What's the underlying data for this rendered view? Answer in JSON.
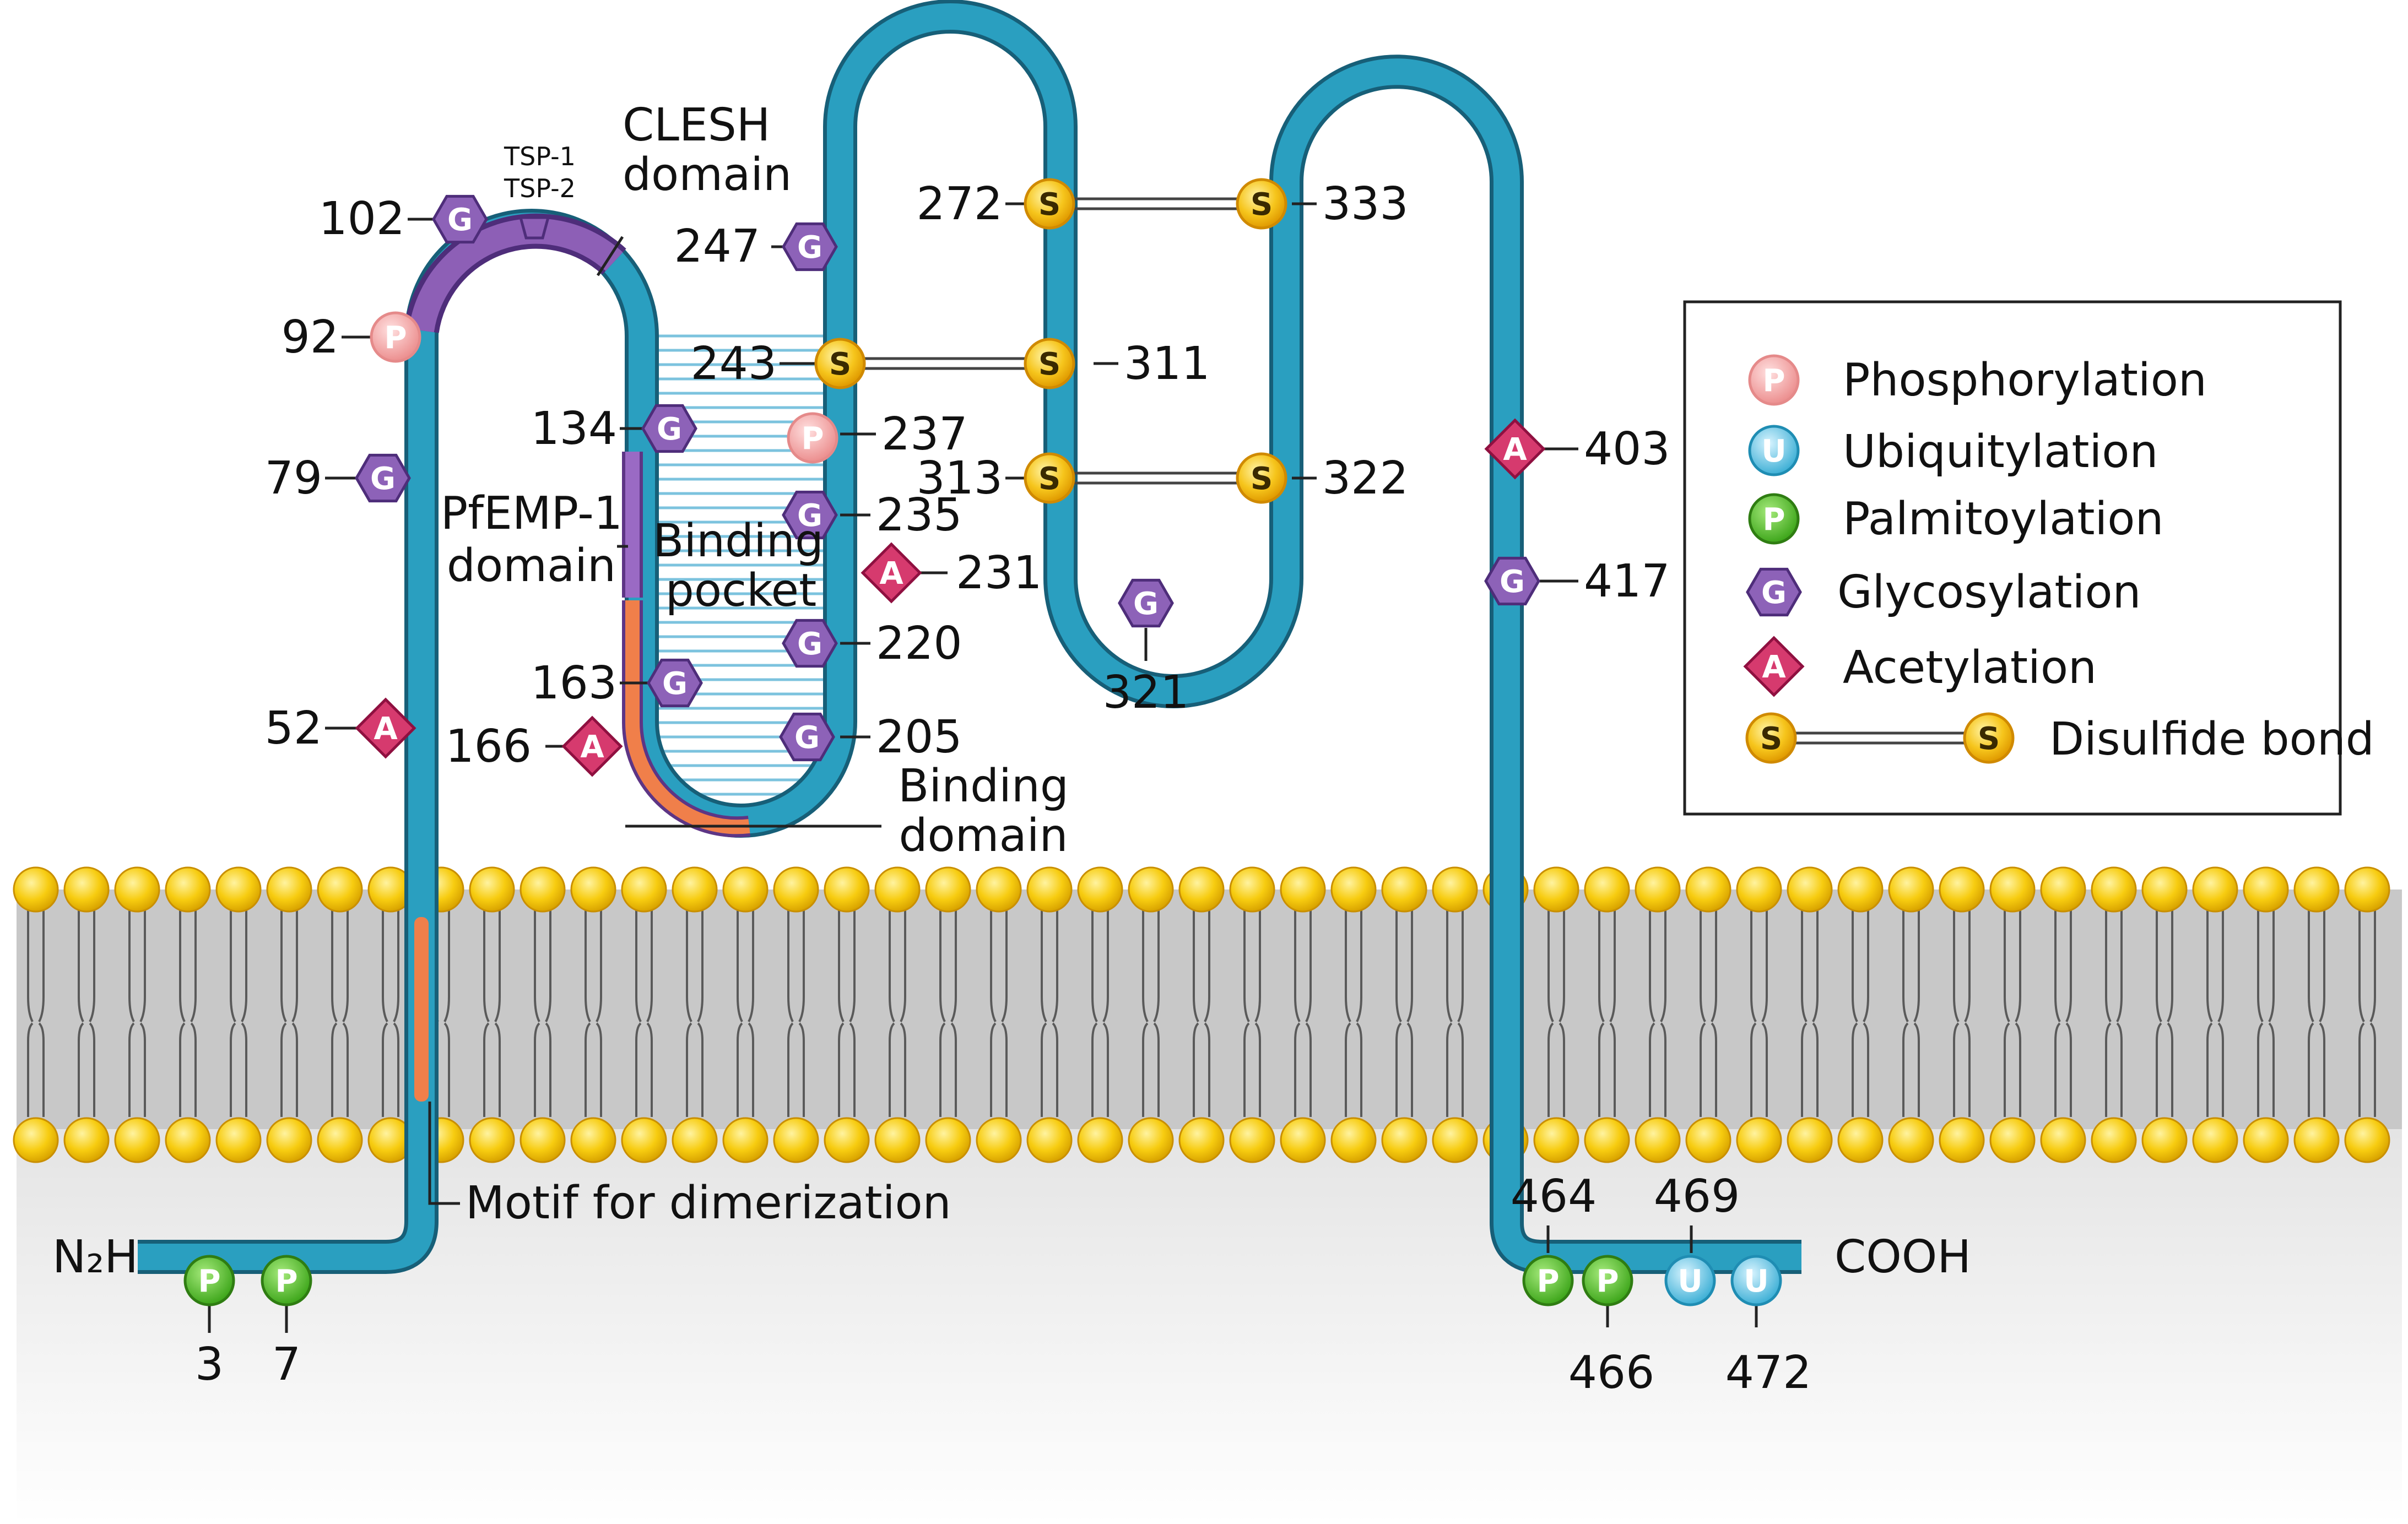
{
  "colors": {
    "chain": "#2a9fc0",
    "chain_edge": "#175f78",
    "phosphorylation": "#f3a3a3",
    "ubiquitylation": "#62c5e3",
    "palmitoylation": "#49b823",
    "glycosylation": "#8d62b8",
    "acetylation": "#d63a6e",
    "disulfide": "#f6c51c",
    "membrane_head": "#f5c400",
    "membrane_bg": "#cfcfcf",
    "domain_purple": "#8d5fb6",
    "domain_orange": "#f07f4a",
    "pocket_lines": "#7cc3de"
  },
  "marker_letters": {
    "phosphorylation": "P",
    "ubiquitylation": "U",
    "palmitoylation": "P",
    "glycosylation": "G",
    "acetylation": "A",
    "disulfide": "S"
  },
  "termini": {
    "n": "N₂H",
    "c": "COOH"
  },
  "annotations": {
    "clesh": [
      "CLESH",
      "domain"
    ],
    "tsp": [
      "TSP-1",
      "TSP-2"
    ],
    "pfemp": [
      "PfEMP-1",
      "domain"
    ],
    "binding_pocket": [
      "Binding",
      "pocket"
    ],
    "binding_domain": [
      "Binding",
      "domain"
    ],
    "motif": "Motif for dimerization"
  },
  "sites": {
    "s3": "3",
    "s7": "7",
    "s52": "52",
    "s79": "79",
    "s92": "92",
    "s102": "102",
    "s134": "134",
    "s163": "163",
    "s166": "166",
    "s205": "205",
    "s220": "220",
    "s231": "231",
    "s235": "235",
    "s237": "237",
    "s243": "243",
    "s247": "247",
    "s272": "272",
    "s311": "311",
    "s313": "313",
    "s321": "321",
    "s322": "322",
    "s333": "333",
    "s403": "403",
    "s417": "417",
    "s464": "464",
    "s466": "466",
    "s469": "469",
    "s472": "472"
  },
  "legend": [
    {
      "key": "phosphorylation",
      "label": "Phosphorylation"
    },
    {
      "key": "ubiquitylation",
      "label": "Ubiquitylation"
    },
    {
      "key": "palmitoylation",
      "label": "Palmitoylation"
    },
    {
      "key": "glycosylation",
      "label": "Glycosylation"
    },
    {
      "key": "acetylation",
      "label": "Acetylation"
    },
    {
      "key": "disulfide",
      "label": "Disulfide bond"
    }
  ]
}
